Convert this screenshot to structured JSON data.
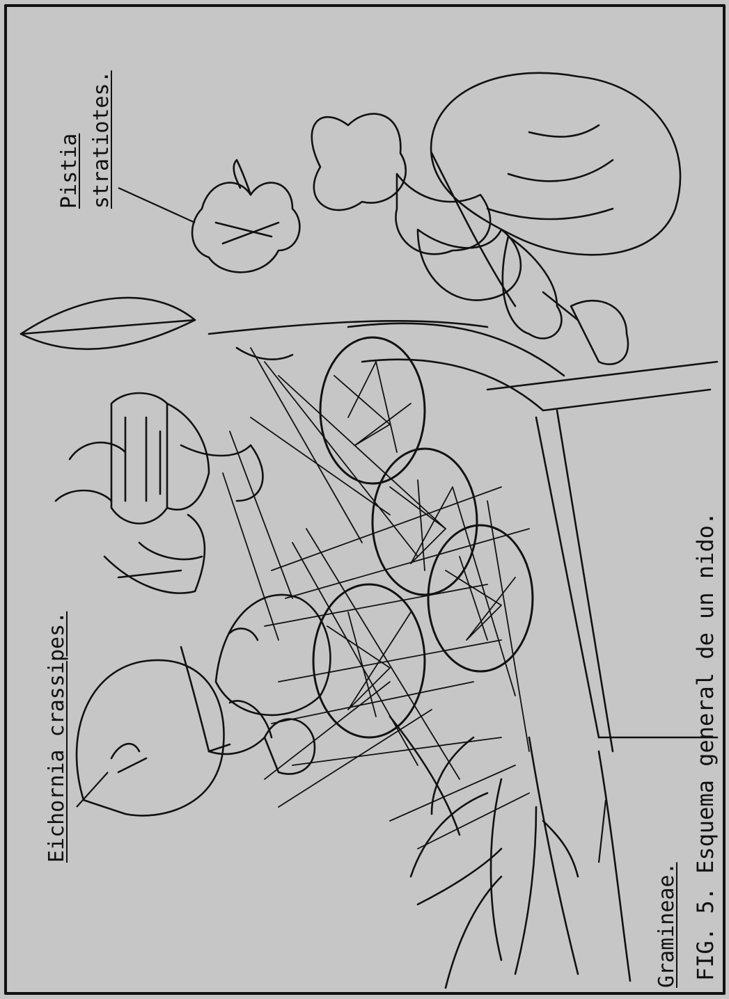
{
  "figure": {
    "caption": "FIG. 5.  Esquema general de un nido.",
    "labels": {
      "eichornia": "Eichornia crassipes.",
      "pistia_1": "Pistia",
      "pistia_2": "stratiotes.",
      "gramineae": "Gramineae."
    }
  },
  "colors": {
    "background": "#c6c6c6",
    "ink": "#111111",
    "border": "#1a1a1a"
  }
}
